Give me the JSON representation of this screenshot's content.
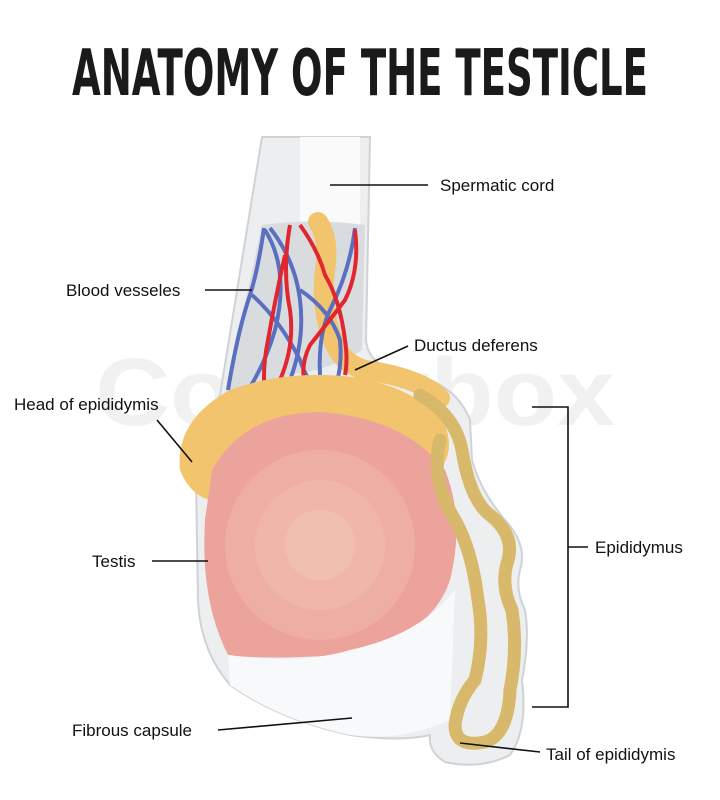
{
  "title": "ANATOMY OF THE TESTICLE",
  "watermark": "Colourbox",
  "labels": {
    "spermatic_cord": "Spermatic cord",
    "blood_vessels": "Blood vesseles",
    "ductus_deferens": "Ductus deferens",
    "head_of_epididymis": "Head of epididymis",
    "epididymus": "Epididymus",
    "testis": "Testis",
    "fibrous_capsule": "Fibrous capsule",
    "tail_of_epididymis": "Tail of epididymis"
  },
  "colors": {
    "vein": "#5a6fc0",
    "artery": "#e0262e",
    "epididymis": "#f2c46e",
    "epididymis_tube": "#d8b86a",
    "testis": "#eca39b",
    "capsule": "#e6e8ea"
  }
}
